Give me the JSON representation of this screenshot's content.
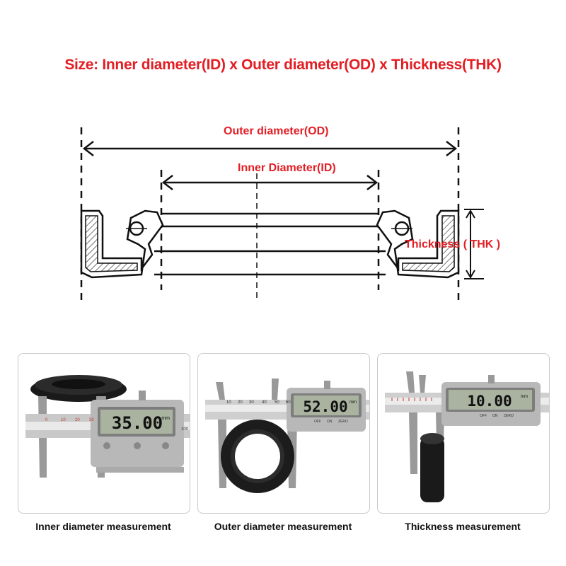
{
  "header": {
    "title": "Size: Inner diameter(ID) x Outer diameter(OD) x Thickness(THK)",
    "title_color": "#e31e24"
  },
  "diagram": {
    "od_label": "Outer diameter(OD)",
    "id_label": "Inner Diameter(ID)",
    "thk_label": "Thickness ( THK )",
    "label_color": "#e31e24"
  },
  "panels": [
    {
      "caption": "Inner diameter measurement",
      "reading": "35.00",
      "unit": "mm",
      "scale_ticks": [
        "0",
        "10",
        "20",
        "30",
        "",
        "100"
      ]
    },
    {
      "caption": "Outer diameter measurement",
      "reading": "52.00",
      "unit": "mm",
      "scale_ticks": [
        "10",
        "20",
        "30",
        "40",
        "50",
        "60"
      ],
      "buttons": [
        "OFF",
        "ON",
        "ZERO"
      ]
    },
    {
      "caption": "Thickness measurement",
      "reading": "10.00",
      "unit": "mm",
      "buttons": [
        "OFF",
        "ON",
        "ZERO"
      ]
    }
  ]
}
